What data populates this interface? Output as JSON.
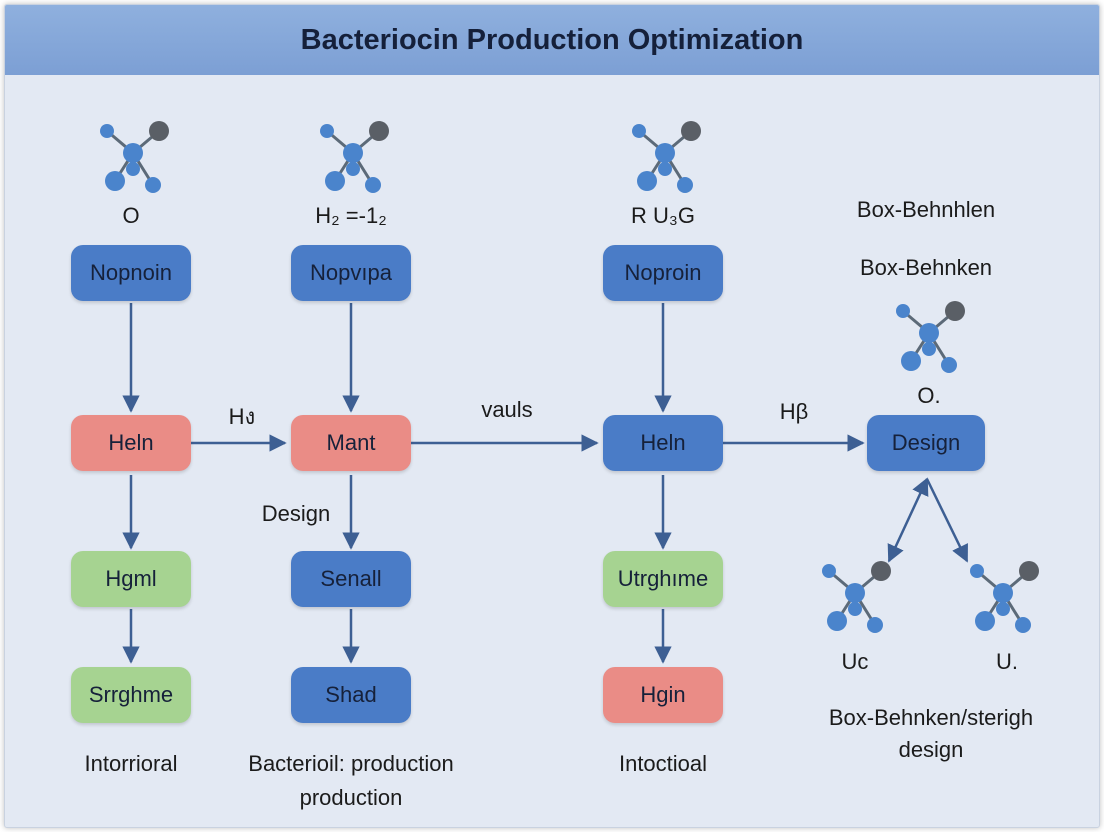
{
  "title": "Bacteriocin Production Optimization",
  "columns": [
    {
      "formula": "O",
      "nodes": [
        "Nopnoin",
        "Heln",
        "Hgml",
        "Srrghme"
      ],
      "caption": [
        "Intorrioral"
      ]
    },
    {
      "formula": "H₂ =-1₂",
      "nodes": [
        "Nopvıpa",
        "Mant",
        "Senall",
        "Shad"
      ],
      "caption": [
        "Bacterioil: production",
        "production"
      ]
    },
    {
      "formula": "R U₃G",
      "nodes": [
        "Noproin",
        "Heln",
        "Utrghıme",
        "Hgin"
      ],
      "caption": [
        "Intoctioal"
      ]
    }
  ],
  "right": {
    "label1": "Box-Behnhlen",
    "label2": "Box-Behnken",
    "formula": "O.",
    "node": "Design",
    "left_formula": "Uc",
    "right_formula": "U.",
    "caption": [
      "Box-Behnken/sterigh",
      "design"
    ]
  },
  "edge_labels": {
    "col1_to_col2": "Hง",
    "col2_to_col3": "vauls",
    "col3_to_right": "Hβ",
    "col2_side": "Design"
  },
  "colors": {
    "blue_node": "#4a7cc7",
    "red_node": "#ea8c86",
    "green_node": "#a6d391",
    "arrow": "#3d5f93",
    "atom": "#4a84cc",
    "atom_dark": "#5a5f66",
    "background": "#e3e9f3",
    "title_bar": "#8fb0de"
  }
}
